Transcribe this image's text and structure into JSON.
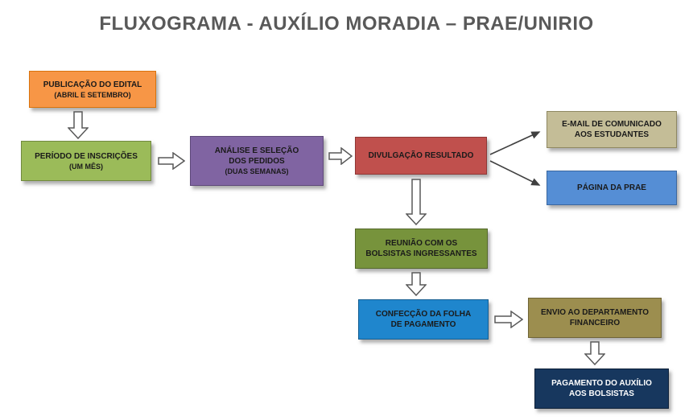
{
  "title": "FLUXOGRAMA - AUXÍLIO MORADIA – PRAE/UNIRIO",
  "nodes": {
    "publicacao_edital": {
      "line1": "PUBLICAÇÃO DO EDITAL",
      "line2": "(ABRIL E SETEMBRO)",
      "color": "#F79646"
    },
    "periodo_inscricoes": {
      "line1": "PERÍODO DE INSCRIÇÕES",
      "line2": "(UM MÊS)",
      "color": "#9BBB59"
    },
    "analise_selecao": {
      "line1": "ANÁLISE E SELEÇÃO",
      "line2": "DOS PEDIDOS",
      "line3": "(DUAS SEMANAS)",
      "color": "#8064A2"
    },
    "divulgacao_resultado": {
      "line1": "DIVULGAÇÃO RESULTADO",
      "color": "#C0504D"
    },
    "email_comunicado": {
      "line1": "E-MAIL DE COMUNICADO",
      "line2": "AOS ESTUDANTES",
      "color": "#C4BD97"
    },
    "pagina_prae": {
      "line1": "PÁGINA DA PRAE",
      "color": "#558ED5"
    },
    "reuniao_bolsistas": {
      "line1": "REUNIÃO COM OS",
      "line2": "BOLSISTAS INGRESSANTES",
      "color": "#77933C"
    },
    "confeccao_folha": {
      "line1": "CONFECÇÃO DA FOLHA",
      "line2": "DE PAGAMENTO",
      "color": "#1F86CD"
    },
    "envio_departamento": {
      "line1": "ENVIO AO DEPARTAMENTO",
      "line2": "FINANCEIRO",
      "color": "#9C8E4F"
    },
    "pagamento_auxilio": {
      "line1": "PAGAMENTO DO AUXÍLIO",
      "line2": "AOS BOLSISTAS",
      "color": "#17375E",
      "text_color": "#FFFFFF"
    }
  },
  "edges": [
    {
      "from": "publicacao_edital",
      "to": "periodo_inscricoes",
      "style": "block-arrow-down"
    },
    {
      "from": "periodo_inscricoes",
      "to": "analise_selecao",
      "style": "block-arrow-right"
    },
    {
      "from": "analise_selecao",
      "to": "divulgacao_resultado",
      "style": "block-arrow-right"
    },
    {
      "from": "divulgacao_resultado",
      "to": "email_comunicado",
      "style": "line-arrow-diagonal"
    },
    {
      "from": "divulgacao_resultado",
      "to": "pagina_prae",
      "style": "line-arrow-diagonal"
    },
    {
      "from": "divulgacao_resultado",
      "to": "reuniao_bolsistas",
      "style": "block-arrow-down"
    },
    {
      "from": "reuniao_bolsistas",
      "to": "confeccao_folha",
      "style": "block-arrow-down"
    },
    {
      "from": "confeccao_folha",
      "to": "envio_departamento",
      "style": "block-arrow-right"
    },
    {
      "from": "envio_departamento",
      "to": "pagamento_auxilio",
      "style": "block-arrow-down"
    }
  ],
  "palette": {
    "title_text": "#595959",
    "node_text": "#1A1A1A",
    "navy_node_text": "#FFFFFF",
    "block_arrow_fill": "#FFFFFF",
    "block_arrow_outline": "#595959",
    "line_arrow": "#404040"
  }
}
